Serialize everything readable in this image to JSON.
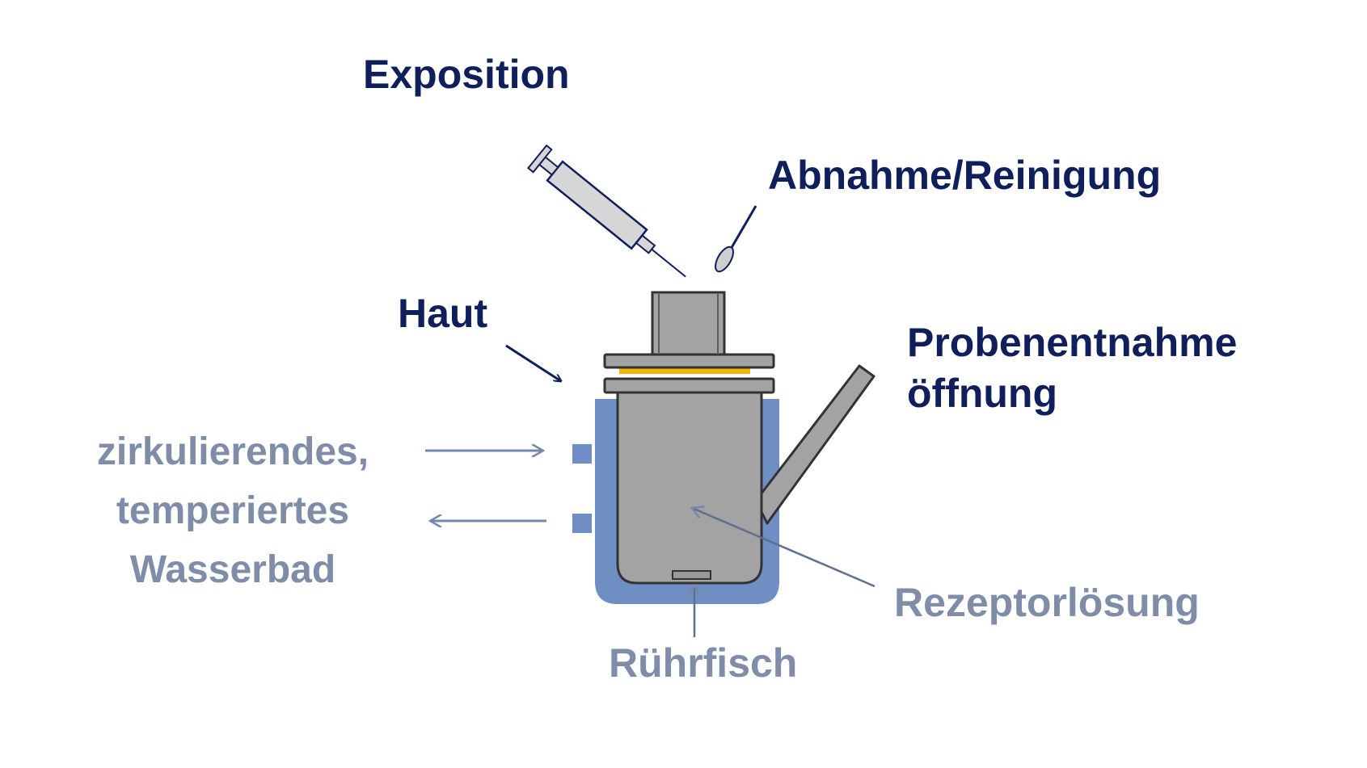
{
  "labels": {
    "exposition": "Exposition",
    "abnahme": "Abnahme/Reinigung",
    "haut": "Haut",
    "probenentnahme_line1": "Probenentnahme",
    "probenentnahme_line2": "öffnung",
    "wasserbad_line1": "zirkulierendes,",
    "wasserbad_line2": "temperiertes",
    "wasserbad_line3": "Wasserbad",
    "rezeptor": "Rezeptorlösung",
    "ruehrfisch": "Rührfisch"
  },
  "colors": {
    "dark_text": "#0f1f5c",
    "light_text": "#7f8da8",
    "water_jacket": "#6f8fc4",
    "cell_body": "#a3a3a3",
    "skin": "#f2b705",
    "outline": "#333333"
  }
}
